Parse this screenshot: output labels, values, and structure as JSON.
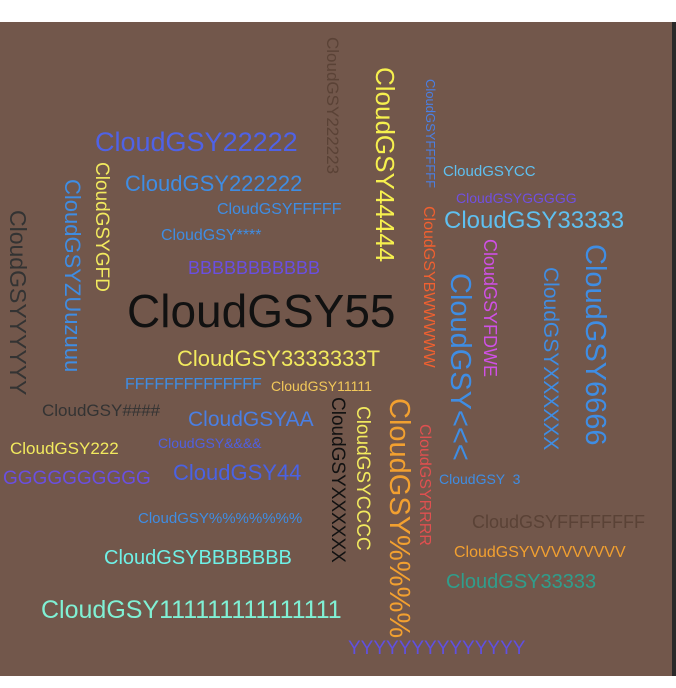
{
  "background_color": "#72574b",
  "words": [
    {
      "text": "CloudGSY22222",
      "color": "#4f62e6"
    },
    {
      "text": "CloudGSY222222",
      "color": "#3f8de3"
    },
    {
      "text": "CloudGSYFFFFF",
      "color": "#3f8de3"
    },
    {
      "text": "CloudGSY****",
      "color": "#3f8de3"
    },
    {
      "text": "BBBBBBBBBBB",
      "color": "#6a4fe0"
    },
    {
      "text": "CloudGSY55",
      "color": "#111111"
    },
    {
      "text": "CloudGSY3333333T",
      "color": "#f2ea5e"
    },
    {
      "text": "FFFFFFFFFFFFFF",
      "color": "#3f8de3"
    },
    {
      "text": "CloudGSY11111",
      "color": "#f2c85a"
    },
    {
      "text": "CloudGSY####",
      "color": "#333333"
    },
    {
      "text": "CloudGSYAA",
      "color": "#4a7fe3"
    },
    {
      "text": "CloudGSY222",
      "color": "#f2ea5e"
    },
    {
      "text": "CloudGSY&&&&",
      "color": "#5060e0"
    },
    {
      "text": "GGGGGGGGGG",
      "color": "#6a4fe0"
    },
    {
      "text": "CloudGSY44",
      "color": "#4a62e3"
    },
    {
      "text": "CloudGSY%%%%%%%",
      "color": "#3f8de3"
    },
    {
      "text": "CloudGSYBBBBBBB",
      "color": "#6ff0e6"
    },
    {
      "text": "CloudGSY111111111111111",
      "color": "#80f0d4"
    },
    {
      "text": "CloudGSYCC",
      "color": "#5fc0f0"
    },
    {
      "text": "CloudGSYGGGGG",
      "color": "#7050e0"
    },
    {
      "text": "CloudGSY33333",
      "color": "#5fc0f0"
    },
    {
      "text": "CloudGSY  3",
      "color": "#3f8de3"
    },
    {
      "text": "CloudGSYFFFFFFFF",
      "color": "#5a4236"
    },
    {
      "text": "CloudGSYVVVVVVVVV",
      "color": "#f2a030"
    },
    {
      "text": "CloudGSY33333",
      "color": "#2f9e8c"
    },
    {
      "text": "YYYYYYYYYYYYYY",
      "color": "#6050e0"
    },
    {
      "text": "CloudGSYYYYYY",
      "color": "#333333"
    },
    {
      "text": "CloudGSYZUuzuuu",
      "color": "#3f8de3"
    },
    {
      "text": "CloudGSYGFD",
      "color": "#f2ea5e"
    },
    {
      "text": "CloudGSY222223",
      "color": "#5a4236"
    },
    {
      "text": "CloudGSY44444",
      "color": "#f6f04e"
    },
    {
      "text": "CloudGSYFFFFFF",
      "color": "#4a7fe3"
    },
    {
      "text": "CloudGSYBWWWWW",
      "color": "#f06030"
    },
    {
      "text": "CloudGSY<<<",
      "color": "#3f8de3"
    },
    {
      "text": "CloudGSYFDWE",
      "color": "#d050e6"
    },
    {
      "text": "CloudGSYXXXXXX",
      "color": "#3f8de3"
    },
    {
      "text": "CloudGSY6666",
      "color": "#3f8de3"
    },
    {
      "text": "CloudGSYXXXXXX",
      "color": "#111111"
    },
    {
      "text": "CloudGSYCCCC",
      "color": "#f2ea5e"
    },
    {
      "text": "CloudGSY%%%%",
      "color": "#f2a030"
    },
    {
      "text": "CloudGSYRRRR",
      "color": "#e05050"
    }
  ]
}
